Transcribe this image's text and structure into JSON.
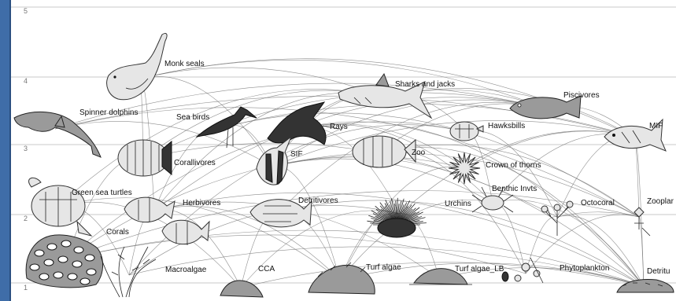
{
  "trophic_levels": [
    "5",
    "4",
    "3",
    "2",
    "1"
  ],
  "nodes": [
    {
      "id": "monk-seals",
      "label": "Monk seals"
    },
    {
      "id": "sharks-and-jacks",
      "label": "Sharks and jacks"
    },
    {
      "id": "piscivores",
      "label": "Piscivores"
    },
    {
      "id": "spinner-dolphins",
      "label": "Spinner dolphins"
    },
    {
      "id": "sea-birds",
      "label": "Sea birds"
    },
    {
      "id": "rays",
      "label": "Rays"
    },
    {
      "id": "hawksbills",
      "label": "Hawksbills"
    },
    {
      "id": "mif",
      "label": "MIF"
    },
    {
      "id": "corallivores",
      "label": "Corallivores"
    },
    {
      "id": "sif",
      "label": "SIF"
    },
    {
      "id": "zoo",
      "label": "Zoo"
    },
    {
      "id": "crown-of-thorns",
      "label": "Crown of thorns"
    },
    {
      "id": "green-sea-turtles",
      "label": "Green sea turtles"
    },
    {
      "id": "herbivores",
      "label": "Herbivores"
    },
    {
      "id": "detritivores",
      "label": "Detritivores"
    },
    {
      "id": "urchins",
      "label": "Urchins"
    },
    {
      "id": "benthic-invts",
      "label": "Benthic Invts"
    },
    {
      "id": "octocoral",
      "label": "Octocoral"
    },
    {
      "id": "zooplankton",
      "label": "Zooplar"
    },
    {
      "id": "corals",
      "label": "Corals"
    },
    {
      "id": "macroalgae",
      "label": "Macroalgae"
    },
    {
      "id": "cca",
      "label": "CCA"
    },
    {
      "id": "turf-algae",
      "label": "Turf algae"
    },
    {
      "id": "turf-algae-lb",
      "label": "Turf algae_LB"
    },
    {
      "id": "phytoplankton",
      "label": "Phytoplankton"
    },
    {
      "id": "detritus",
      "label": "Detritu"
    }
  ],
  "links": [
    [
      "monk-seals",
      "sharks-and-jacks"
    ],
    [
      "monk-seals",
      "piscivores"
    ],
    [
      "monk-seals",
      "corallivores"
    ],
    [
      "monk-seals",
      "herbivores"
    ],
    [
      "monk-seals",
      "mif"
    ],
    [
      "monk-seals",
      "sif"
    ],
    [
      "spinner-dolphins",
      "piscivores"
    ],
    [
      "spinner-dolphins",
      "sif"
    ],
    [
      "spinner-dolphins",
      "zooplankton"
    ],
    [
      "spinner-dolphins",
      "mif"
    ],
    [
      "sharks-and-jacks",
      "piscivores"
    ],
    [
      "sharks-and-jacks",
      "mif"
    ],
    [
      "sharks-and-jacks",
      "sif"
    ],
    [
      "sharks-and-jacks",
      "herbivores"
    ],
    [
      "sharks-and-jacks",
      "corallivores"
    ],
    [
      "sharks-and-jacks",
      "rays"
    ],
    [
      "sharks-and-jacks",
      "hawksbills"
    ],
    [
      "sharks-and-jacks",
      "green-sea-turtles"
    ],
    [
      "piscivores",
      "mif"
    ],
    [
      "piscivores",
      "sif"
    ],
    [
      "piscivores",
      "herbivores"
    ],
    [
      "piscivores",
      "corallivores"
    ],
    [
      "piscivores",
      "zoo"
    ],
    [
      "piscivores",
      "detritivores"
    ],
    [
      "sea-birds",
      "sif"
    ],
    [
      "sea-birds",
      "zooplankton"
    ],
    [
      "sea-birds",
      "herbivores"
    ],
    [
      "sea-birds",
      "mif"
    ],
    [
      "rays",
      "benthic-invts"
    ],
    [
      "rays",
      "urchins"
    ],
    [
      "rays",
      "detritus"
    ],
    [
      "rays",
      "crown-of-thorns"
    ],
    [
      "hawksbills",
      "octocoral"
    ],
    [
      "hawksbills",
      "benthic-invts"
    ],
    [
      "hawksbills",
      "macroalgae"
    ],
    [
      "hawksbills",
      "corals"
    ],
    [
      "mif",
      "sif"
    ],
    [
      "mif",
      "benthic-invts"
    ],
    [
      "mif",
      "zooplankton"
    ],
    [
      "mif",
      "urchins"
    ],
    [
      "mif",
      "detritus"
    ],
    [
      "mif",
      "crown-of-thorns"
    ],
    [
      "mif",
      "octocoral"
    ],
    [
      "corallivores",
      "corals"
    ],
    [
      "corallivores",
      "octocoral"
    ],
    [
      "sif",
      "zooplankton"
    ],
    [
      "sif",
      "benthic-invts"
    ],
    [
      "sif",
      "detritus"
    ],
    [
      "sif",
      "turf-algae"
    ],
    [
      "zoo",
      "phytoplankton"
    ],
    [
      "zoo",
      "zooplankton"
    ],
    [
      "zoo",
      "detritus"
    ],
    [
      "crown-of-thorns",
      "corals"
    ],
    [
      "crown-of-thorns",
      "turf-algae"
    ],
    [
      "green-sea-turtles",
      "macroalgae"
    ],
    [
      "green-sea-turtles",
      "turf-algae"
    ],
    [
      "green-sea-turtles",
      "cca"
    ],
    [
      "herbivores",
      "turf-algae"
    ],
    [
      "herbivores",
      "macroalgae"
    ],
    [
      "herbivores",
      "turf-algae-lb"
    ],
    [
      "herbivores",
      "cca"
    ],
    [
      "herbivores",
      "detritus"
    ],
    [
      "detritivores",
      "detritus"
    ],
    [
      "detritivores",
      "turf-algae"
    ],
    [
      "detritivores",
      "cca"
    ],
    [
      "urchins",
      "turf-algae"
    ],
    [
      "urchins",
      "macroalgae"
    ],
    [
      "urchins",
      "cca"
    ],
    [
      "urchins",
      "turf-algae-lb"
    ],
    [
      "benthic-invts",
      "detritus"
    ],
    [
      "benthic-invts",
      "phytoplankton"
    ],
    [
      "benthic-invts",
      "turf-algae"
    ],
    [
      "octocoral",
      "phytoplankton"
    ],
    [
      "octocoral",
      "zooplankton"
    ],
    [
      "octocoral",
      "detritus"
    ],
    [
      "zooplankton",
      "phytoplankton"
    ],
    [
      "zooplankton",
      "detritus"
    ],
    [
      "corals",
      "phytoplankton"
    ],
    [
      "corals",
      "zooplankton"
    ],
    [
      "corals",
      "detritus"
    ],
    [
      "turf-algae",
      "detritus"
    ],
    [
      "turf-algae-lb",
      "detritus"
    ],
    [
      "macroalgae",
      "detritus"
    ],
    [
      "cca",
      "detritus"
    ]
  ]
}
